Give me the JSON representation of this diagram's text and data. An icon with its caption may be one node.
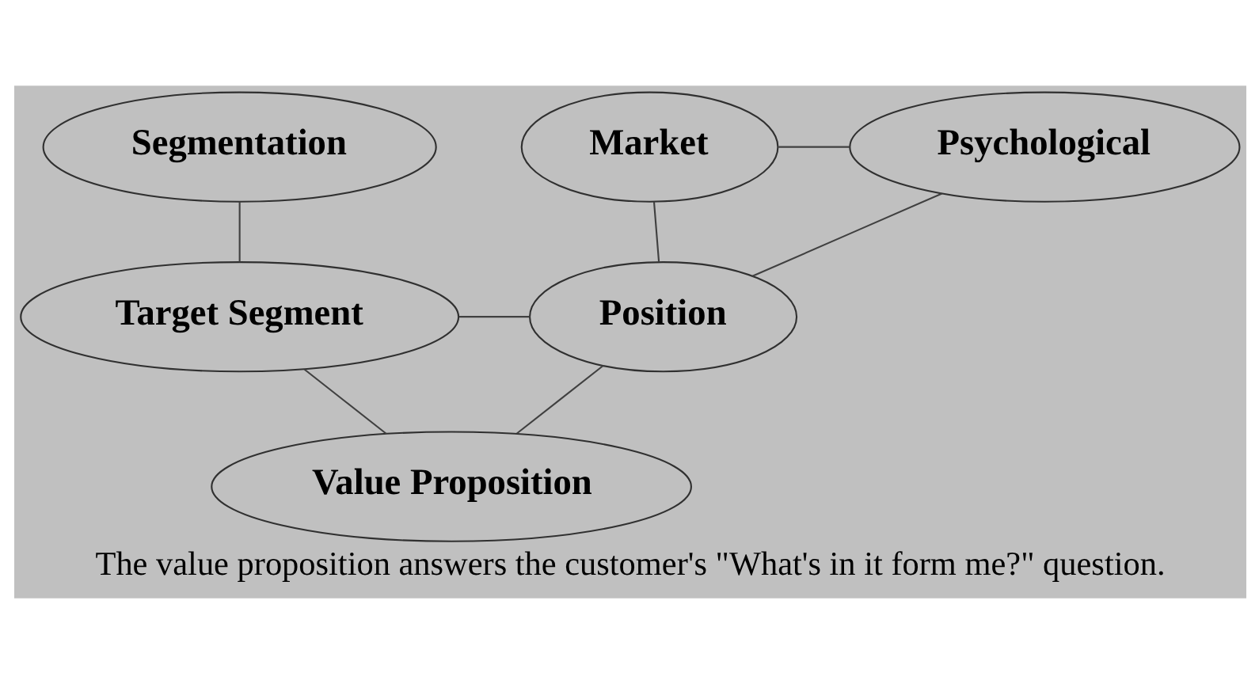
{
  "diagram": {
    "caption": "The value proposition answers the customer's \"What's in it form me?\" question.",
    "nodes": [
      {
        "text": [
          "Segmentation"
        ]
      },
      {
        "text": [
          "Target Segment"
        ]
      },
      {
        "text": [
          "Market"
        ]
      },
      {
        "text": [
          "Psychological"
        ]
      },
      {
        "text": [
          "Position"
        ]
      },
      {
        "text": [
          "Value Proposition"
        ]
      }
    ],
    "edges": [
      {
        "from": 0,
        "to": 1,
        "arrow": "none"
      },
      {
        "from": 1,
        "to": 4,
        "arrow": "none"
      },
      {
        "from": 1,
        "to": 5,
        "arrow": "none"
      },
      {
        "from": 4,
        "to": 5,
        "arrow": "none"
      },
      {
        "from": 2,
        "to": 4,
        "arrow": "none"
      },
      {
        "from": 2,
        "to": 3,
        "arrow": "none"
      },
      {
        "from": 3,
        "to": 4,
        "arrow": "none"
      }
    ]
  }
}
